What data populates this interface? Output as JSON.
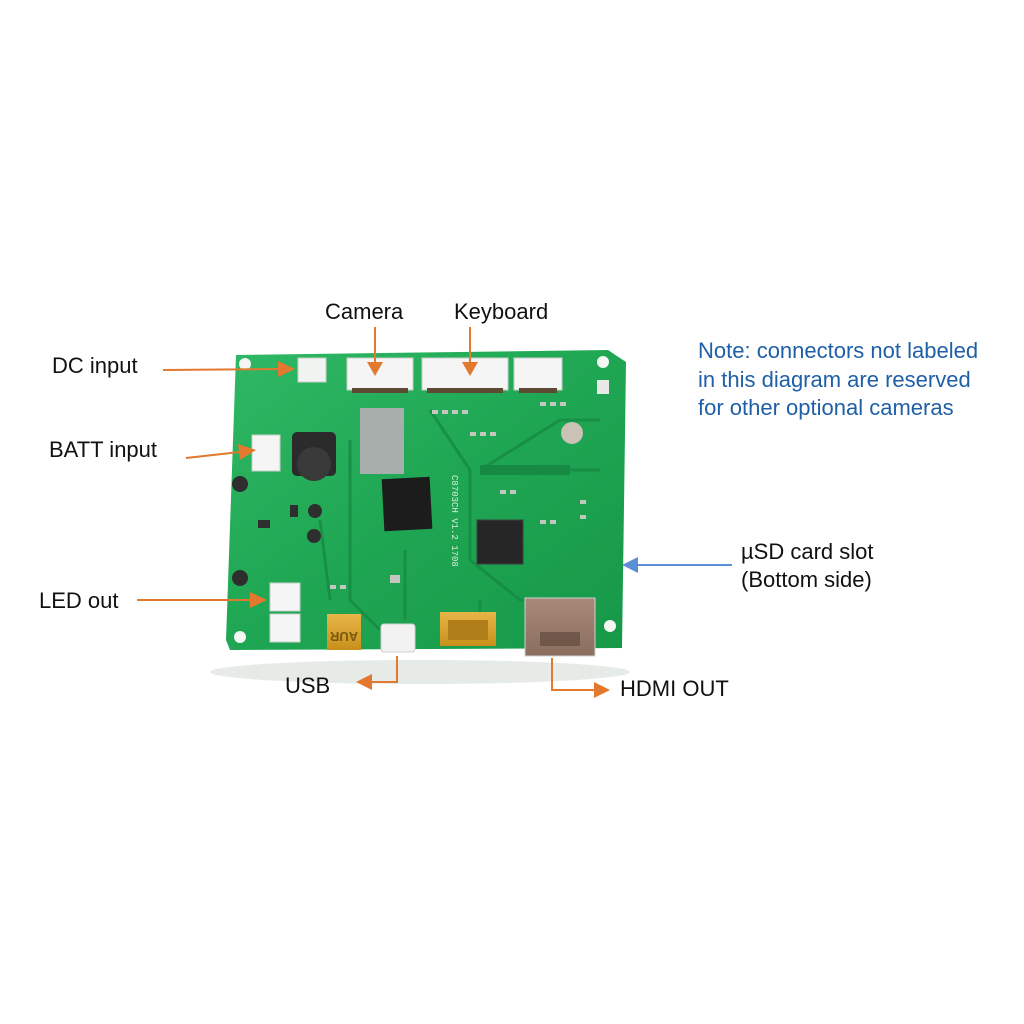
{
  "diagram": {
    "subject": "Green controller circuit board with labeled connectors",
    "board_marking": "C8703CH V1.2 1708",
    "colors": {
      "callout_arrow": "#e2792e",
      "note_text": "#1f5fa8",
      "usd_arrow": "#5b8fd4",
      "pcb_green": "#1fa653",
      "label_text": "#111111"
    },
    "labels": {
      "camera": "Camera",
      "keyboard": "Keyboard",
      "dc_input": "DC input",
      "batt_input": "BATT input",
      "led_out": "LED out",
      "usb": "USB",
      "hdmi_out": "HDMI OUT",
      "usd_line1": "µSD card slot",
      "usd_line2": "(Bottom side)"
    },
    "note": {
      "line1": "Note: connectors not labeled",
      "line2": "in this diagram are reserved",
      "line3": "for other optional cameras"
    },
    "usb_connector_text": "AUR"
  }
}
